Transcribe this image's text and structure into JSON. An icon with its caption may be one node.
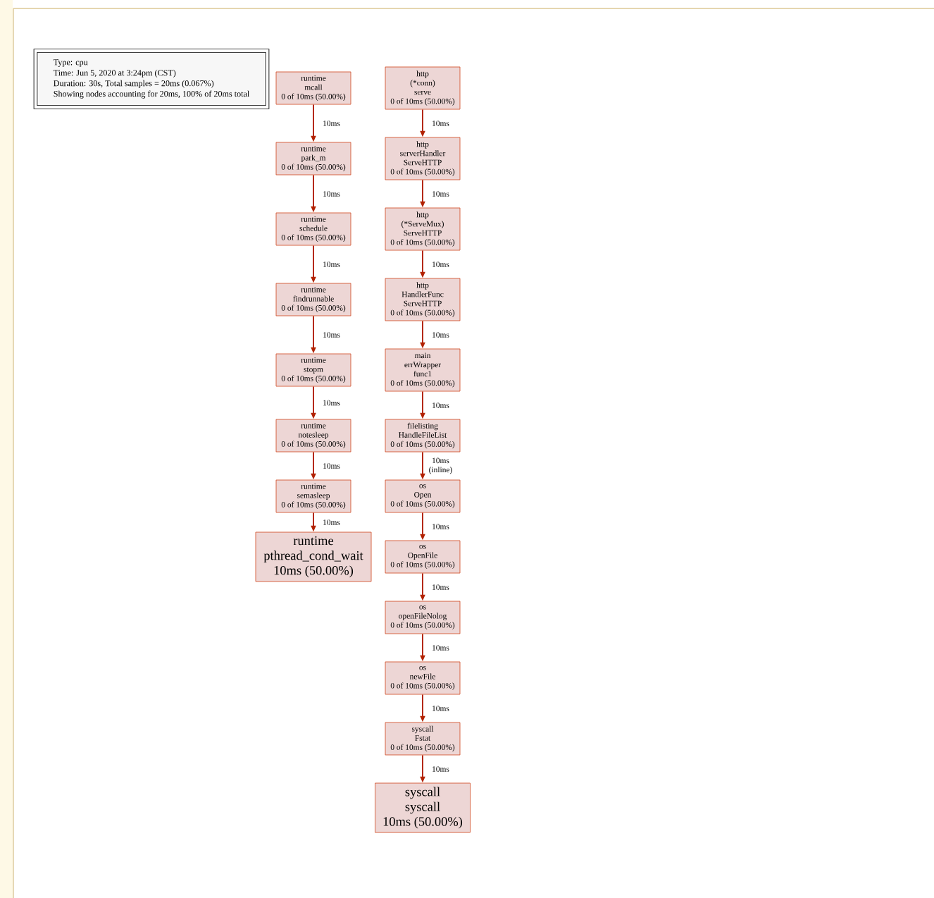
{
  "diagram": {
    "nodes": [
      {
        "text": [
          "Type: cpu",
          "Time: Jun 5, 2020 at 3:24pm (CST)",
          "Duration: 30s, Total samples = 20ms (0.067%)",
          "Showing nodes accounting for 20ms, 100% of 20ms total"
        ]
      },
      {
        "text": [
          "runtime",
          "mcall",
          "0 of 10ms (50.00%)"
        ]
      },
      {
        "text": [
          "runtime",
          "park_m",
          "0 of 10ms (50.00%)"
        ]
      },
      {
        "text": [
          "runtime",
          "schedule",
          "0 of 10ms (50.00%)"
        ]
      },
      {
        "text": [
          "runtime",
          "findrunnable",
          "0 of 10ms (50.00%)"
        ]
      },
      {
        "text": [
          "runtime",
          "stopm",
          "0 of 10ms (50.00%)"
        ]
      },
      {
        "text": [
          "runtime",
          "notesleep",
          "0 of 10ms (50.00%)"
        ]
      },
      {
        "text": [
          "runtime",
          "semasleep",
          "0 of 10ms (50.00%)"
        ]
      },
      {
        "text": [
          "runtime",
          "pthread_cond_wait",
          "10ms (50.00%)"
        ]
      },
      {
        "text": [
          "http",
          "(*conn)",
          "serve",
          "0 of 10ms (50.00%)"
        ]
      },
      {
        "text": [
          "http",
          "serverHandler",
          "ServeHTTP",
          "0 of 10ms (50.00%)"
        ]
      },
      {
        "text": [
          "http",
          "(*ServeMux)",
          "ServeHTTP",
          "0 of 10ms (50.00%)"
        ]
      },
      {
        "text": [
          "http",
          "HandlerFunc",
          "ServeHTTP",
          "0 of 10ms (50.00%)"
        ]
      },
      {
        "text": [
          "main",
          "errWrapper",
          "func1",
          "0 of 10ms (50.00%)"
        ]
      },
      {
        "text": [
          "filelisting",
          "HandleFileList",
          "0 of 10ms (50.00%)"
        ]
      },
      {
        "text": [
          "os",
          "Open",
          "0 of 10ms (50.00%)"
        ]
      },
      {
        "text": [
          "os",
          "OpenFile",
          "0 of 10ms (50.00%)"
        ]
      },
      {
        "text": [
          "os",
          "openFileNolog",
          "0 of 10ms (50.00%)"
        ]
      },
      {
        "text": [
          "os",
          "newFile",
          "0 of 10ms (50.00%)"
        ]
      },
      {
        "text": [
          "syscall",
          "Fstat",
          "0 of 10ms (50.00%)"
        ]
      },
      {
        "text": [
          "syscall",
          "syscall",
          "10ms (50.00%)"
        ]
      }
    ],
    "edges": [
      {
        "from": 1,
        "to": 2,
        "arrow": "to",
        "label": "10ms"
      },
      {
        "from": 2,
        "to": 3,
        "arrow": "to",
        "label": "10ms"
      },
      {
        "from": 3,
        "to": 4,
        "arrow": "to",
        "label": "10ms"
      },
      {
        "from": 4,
        "to": 5,
        "arrow": "to",
        "label": "10ms"
      },
      {
        "from": 5,
        "to": 6,
        "arrow": "to",
        "label": "10ms"
      },
      {
        "from": 6,
        "to": 7,
        "arrow": "to",
        "label": "10ms"
      },
      {
        "from": 7,
        "to": 8,
        "arrow": "to",
        "label": "10ms"
      },
      {
        "from": 9,
        "to": 10,
        "arrow": "to",
        "label": "10ms"
      },
      {
        "from": 10,
        "to": 11,
        "arrow": "to",
        "label": "10ms"
      },
      {
        "from": 11,
        "to": 12,
        "arrow": "to",
        "label": "10ms"
      },
      {
        "from": 12,
        "to": 13,
        "arrow": "to",
        "label": "10ms"
      },
      {
        "from": 13,
        "to": 14,
        "arrow": "to",
        "label": "10ms"
      },
      {
        "from": 14,
        "to": 15,
        "arrow": "to",
        "label": "10ms (inline)"
      },
      {
        "from": 15,
        "to": 16,
        "arrow": "to",
        "label": "10ms"
      },
      {
        "from": 16,
        "to": 17,
        "arrow": "to",
        "label": "10ms"
      },
      {
        "from": 17,
        "to": 18,
        "arrow": "to",
        "label": "10ms"
      },
      {
        "from": 18,
        "to": 19,
        "arrow": "to",
        "label": "10ms"
      },
      {
        "from": 19,
        "to": 20,
        "arrow": "to",
        "label": "10ms"
      }
    ]
  }
}
